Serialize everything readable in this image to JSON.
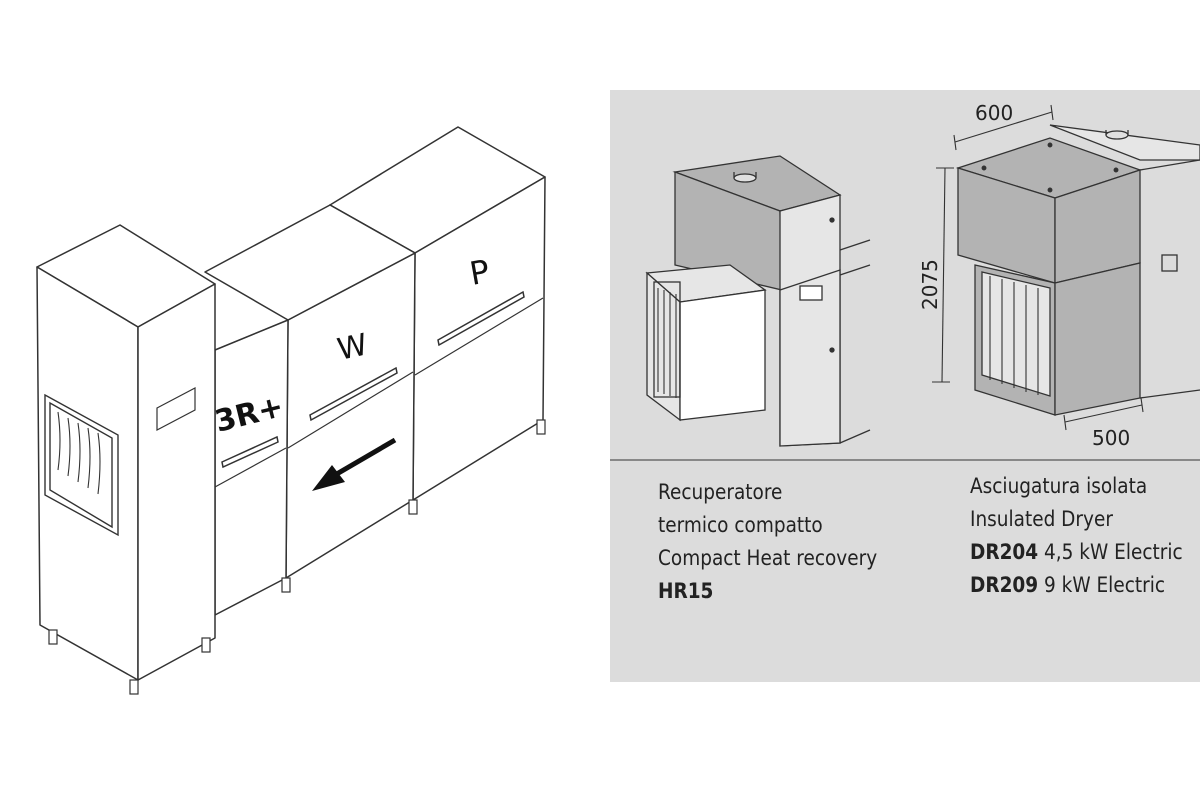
{
  "machine": {
    "module_labels": [
      "3R+",
      "W",
      "P"
    ]
  },
  "heat_recovery": {
    "caption_lines": [
      "Recuperatore",
      "termico compatto",
      "Compact Heat recovery"
    ],
    "model": "HR15"
  },
  "dryer": {
    "caption_lines": [
      "Asciugatura isolata",
      "Insulated Dryer"
    ],
    "models": [
      {
        "code": "DR204",
        "spec": "4,5 kW Electric"
      },
      {
        "code": "DR209",
        "spec": "9 kW Electric"
      }
    ],
    "dimensions": {
      "width": "600",
      "height": "2075",
      "depth": "500"
    }
  },
  "colors": {
    "panel_bg": "#dcdcdc",
    "unit_fill": "#b3b3b3",
    "line": "#333333"
  }
}
